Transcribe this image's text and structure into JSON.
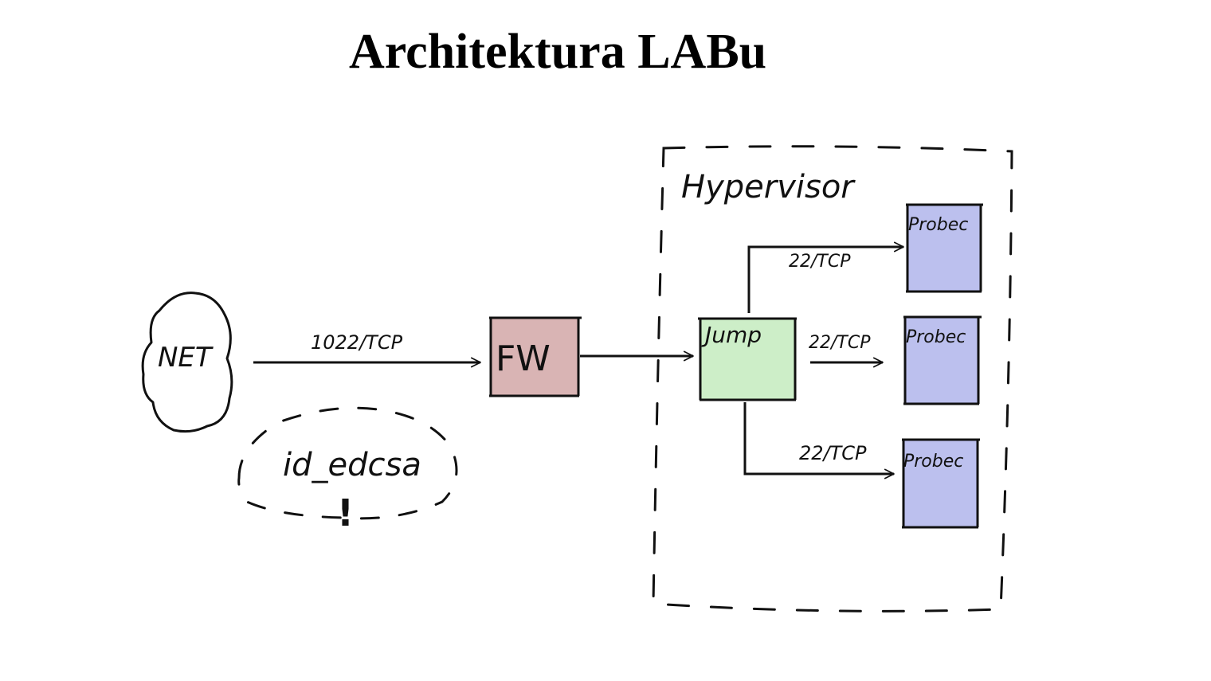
{
  "title": "Architektura LABu",
  "colors": {
    "fw_fill": "#d9b4b4",
    "jump_fill": "#cdeec8",
    "vm_fill": "#bcc0ee",
    "stroke": "#111111"
  },
  "nodes": {
    "internet": {
      "label": "NET",
      "icon": "cloud-icon"
    },
    "firewall": {
      "label": "FW"
    },
    "jump": {
      "label": "Jump"
    },
    "hypervisor": {
      "label": "Hypervisor"
    },
    "vms": [
      {
        "label": "Probec"
      },
      {
        "label": "Probec"
      },
      {
        "label": "Probec"
      }
    ],
    "key": {
      "label": "id_edcsa",
      "mark": "!"
    }
  },
  "edges": [
    {
      "from": "internet",
      "to": "firewall",
      "label": "1022/TCP"
    },
    {
      "from": "firewall",
      "to": "jump",
      "label": ""
    },
    {
      "from": "jump",
      "to": "vm1",
      "label": "22/TCP"
    },
    {
      "from": "jump",
      "to": "vm2",
      "label": "22/TCP"
    },
    {
      "from": "jump",
      "to": "vm3",
      "label": "22/TCP"
    }
  ]
}
